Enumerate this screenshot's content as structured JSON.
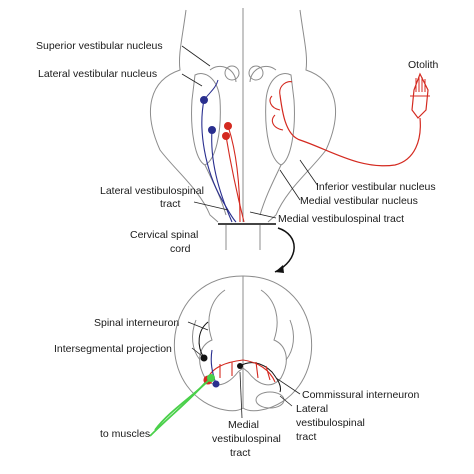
{
  "labels": {
    "superior_vestibular_nucleus": "Superior vestibular nucleus",
    "lateral_vestibular_nucleus": "Lateral vestibular nucleus",
    "otolith": "Otolith",
    "inferior_vestibular_nucleus": "Inferior vestibular nucleus",
    "medial_vestibular_nucleus": "Medial vestibular nucleus",
    "lateral_vestibulospinal_tract": [
      "Lateral vestibulospinal",
      "tract"
    ],
    "medial_vestibulospinal_tract": "Medial vestibulospinal tract",
    "cervical_spinal_cord": [
      "Cervical spinal",
      "cord"
    ],
    "spinal_interneuron": "Spinal interneuron",
    "intersegmental_projection": "Intersegmental projection",
    "commissural_interneuron": "Commissural interneuron",
    "to_muscles": "to muscles",
    "bottom_medial_vestibulospinal_tract": [
      "Medial",
      "vestibulospinal",
      "tract"
    ],
    "bottom_lateral_vestibulospinal_tract": [
      "Lateral",
      "vestibulospinal",
      "tract"
    ]
  },
  "colors": {
    "outline": "#8c8c8c",
    "lateral_pathway": "#2a2f8f",
    "medial_pathway": "#d42a20",
    "motor_neuron": "#4ad04a",
    "interneuron": "#111111"
  }
}
